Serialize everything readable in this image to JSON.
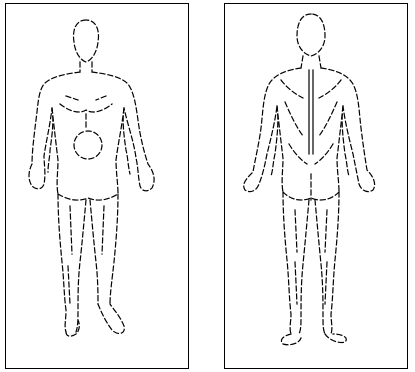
{
  "diagram": {
    "line_color": "#000000",
    "background_color": "#ffffff",
    "line_style": "dashed",
    "panels": [
      {
        "view": "front",
        "icon": "body-outline-front-icon"
      },
      {
        "view": "back",
        "icon": "body-outline-back-icon"
      }
    ]
  }
}
